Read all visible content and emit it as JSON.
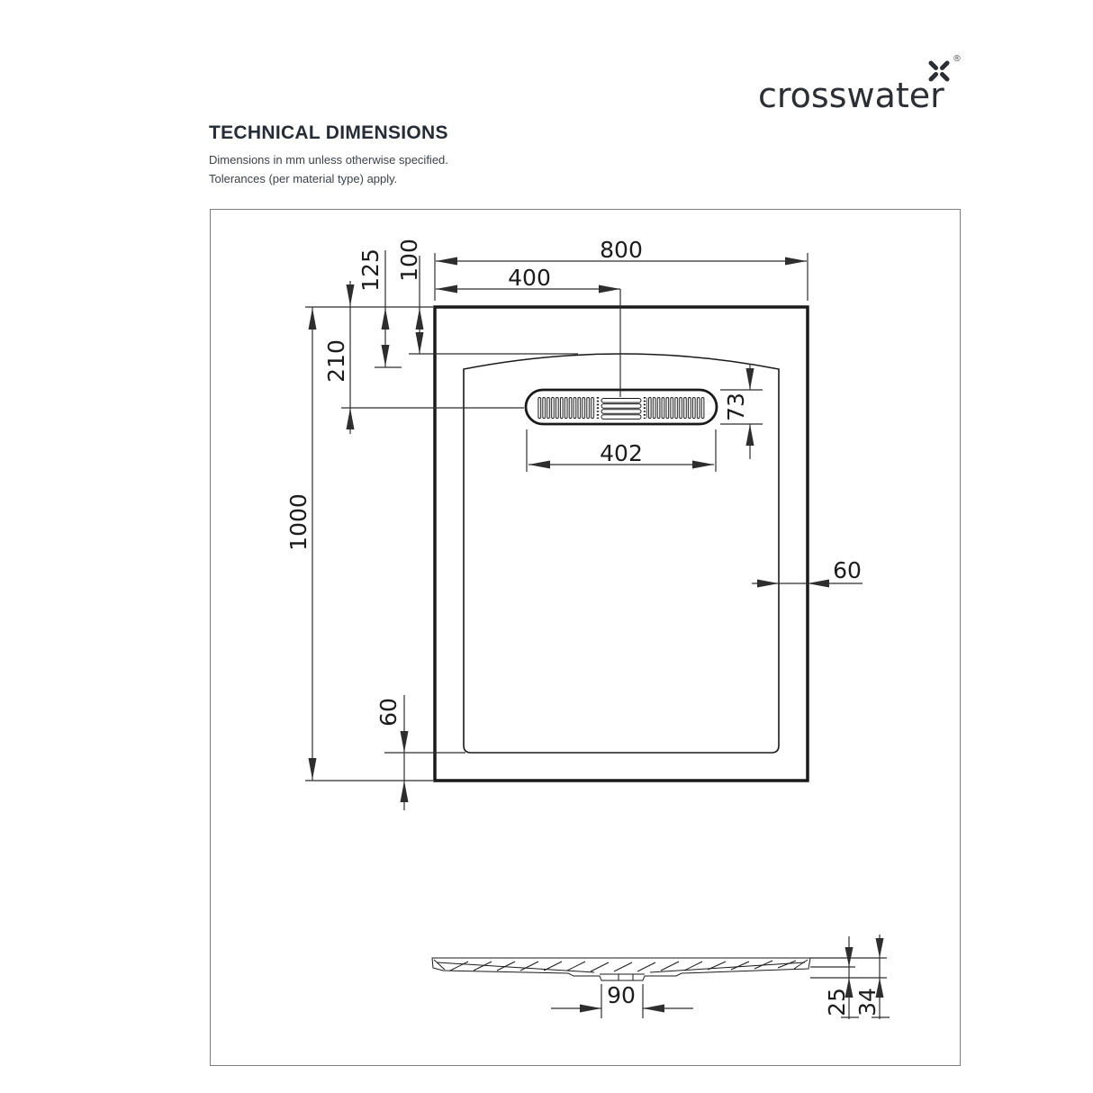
{
  "logo": {
    "brand": "crosswater",
    "registered": "®"
  },
  "header": {
    "title": "TECHNICAL DIMENSIONS",
    "note1": "Dimensions in mm unless otherwise specified.",
    "note2": "Tolerances (per material type) apply."
  },
  "drawing": {
    "plan": {
      "overall_width": "800",
      "drain_center_from_left": "400",
      "overall_depth": "1000",
      "drain_center_from_top": "210",
      "rim_to_surface_edge": "125",
      "rim_to_surface_apex": "100",
      "waste_cover_width": "402",
      "waste_cover_depth": "73",
      "side_inset": "60",
      "bottom_inset": "60"
    },
    "section": {
      "waste_outlet_width": "90",
      "tray_height": "25",
      "overall_height": "34"
    }
  }
}
